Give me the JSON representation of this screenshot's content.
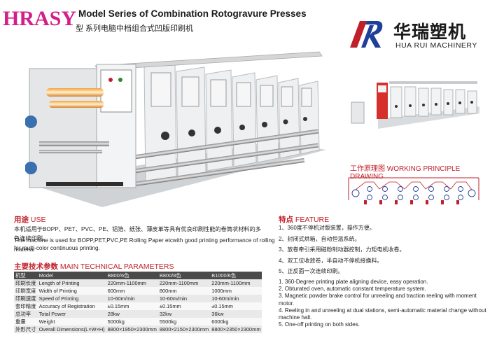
{
  "header": {
    "brand": "HRASY",
    "title_en": "Model Series of Combination Rotogravure Presses",
    "title_cn": "型 系列电脑中档组合式凹版印刷机",
    "logo_cn": "华瑞塑机",
    "logo_en": "HUA RUI MACHINERY"
  },
  "colors": {
    "brand_pink": "#d21f8a",
    "accent_red": "#c0202a",
    "logo_blue": "#1f3f9a",
    "table_head": "#4a4a4a"
  },
  "principle": {
    "title_cn": "工作原理图",
    "title_en": "WORKING PRINCIPLE DRAWING"
  },
  "usage": {
    "heading_cn": "用途",
    "heading_en": "USE",
    "text_cn": "本机适用于BOPP、PET、PVC、PE、铝箔、纸张、薄皮革等具有优良印刷性能的卷筒状材料的多色连续印刷。",
    "text_en_1": "This machine is used for BOPP,PET,PVC,PE Rolling Paper etcwith good  printing performance of rolling material",
    "text_en_2": "for multi-color continuous printing."
  },
  "params": {
    "heading_cn": "主要技术参数",
    "heading_en": "MAIN TECHNICAL PARAMETERS",
    "columns": [
      "机型",
      "Model",
      "B800/6色",
      "B800/8色",
      "B1000/6色"
    ],
    "rows": [
      [
        "印刷长度",
        "Length of Printing",
        "220mm-1100mm",
        "220mm-1100mm",
        "220mm-1100mm"
      ],
      [
        "印刷宽度",
        "Width of Printing",
        "600mm",
        "800mm",
        "1000mm"
      ],
      [
        "印刷速度",
        "Speed of Printing",
        "10-60m/min",
        "10-60m/min",
        "10-60m/min"
      ],
      [
        "套印精度",
        "Accuracy of Registration",
        "±0.15mm",
        "±0.15mm",
        "±0.15mm"
      ],
      [
        "总功率",
        "Total Power",
        "28kw",
        "32kw",
        "36kw"
      ],
      [
        "重量",
        "Weight",
        "5000kg",
        "5500kg",
        "6000kg"
      ],
      [
        "外形尺寸",
        "Overall Dimensions(L×W×H)",
        "8800×1950×2300mm",
        "8800×2150×2300mm",
        "8800×2350×2300mm"
      ]
    ]
  },
  "features": {
    "heading_cn": "特点",
    "heading_en": "FEATURE",
    "items_cn": [
      "1、360度不停机对版装置，操作方便。",
      "2、封闭式烘箱，自动恒温系统。",
      "3、放卷牵引采用磁粉制动器控制，力矩电机收卷。",
      "4、双工位收放卷，半自动不停机接换料。",
      "5、正反面一次连续印刷。"
    ],
    "items_en": [
      "1. 360-Degree printing plate aligning device, easy operation.",
      "2. Obturated oven, automatic constant temperature system.",
      "3. Magnetic powder brake control for unreeling and traction reeling with moment motor.",
      "4. Reeling in and unreeling at dual stations, semi-automatic material change without machine halt.",
      "5. One-off printing on both sides."
    ]
  }
}
